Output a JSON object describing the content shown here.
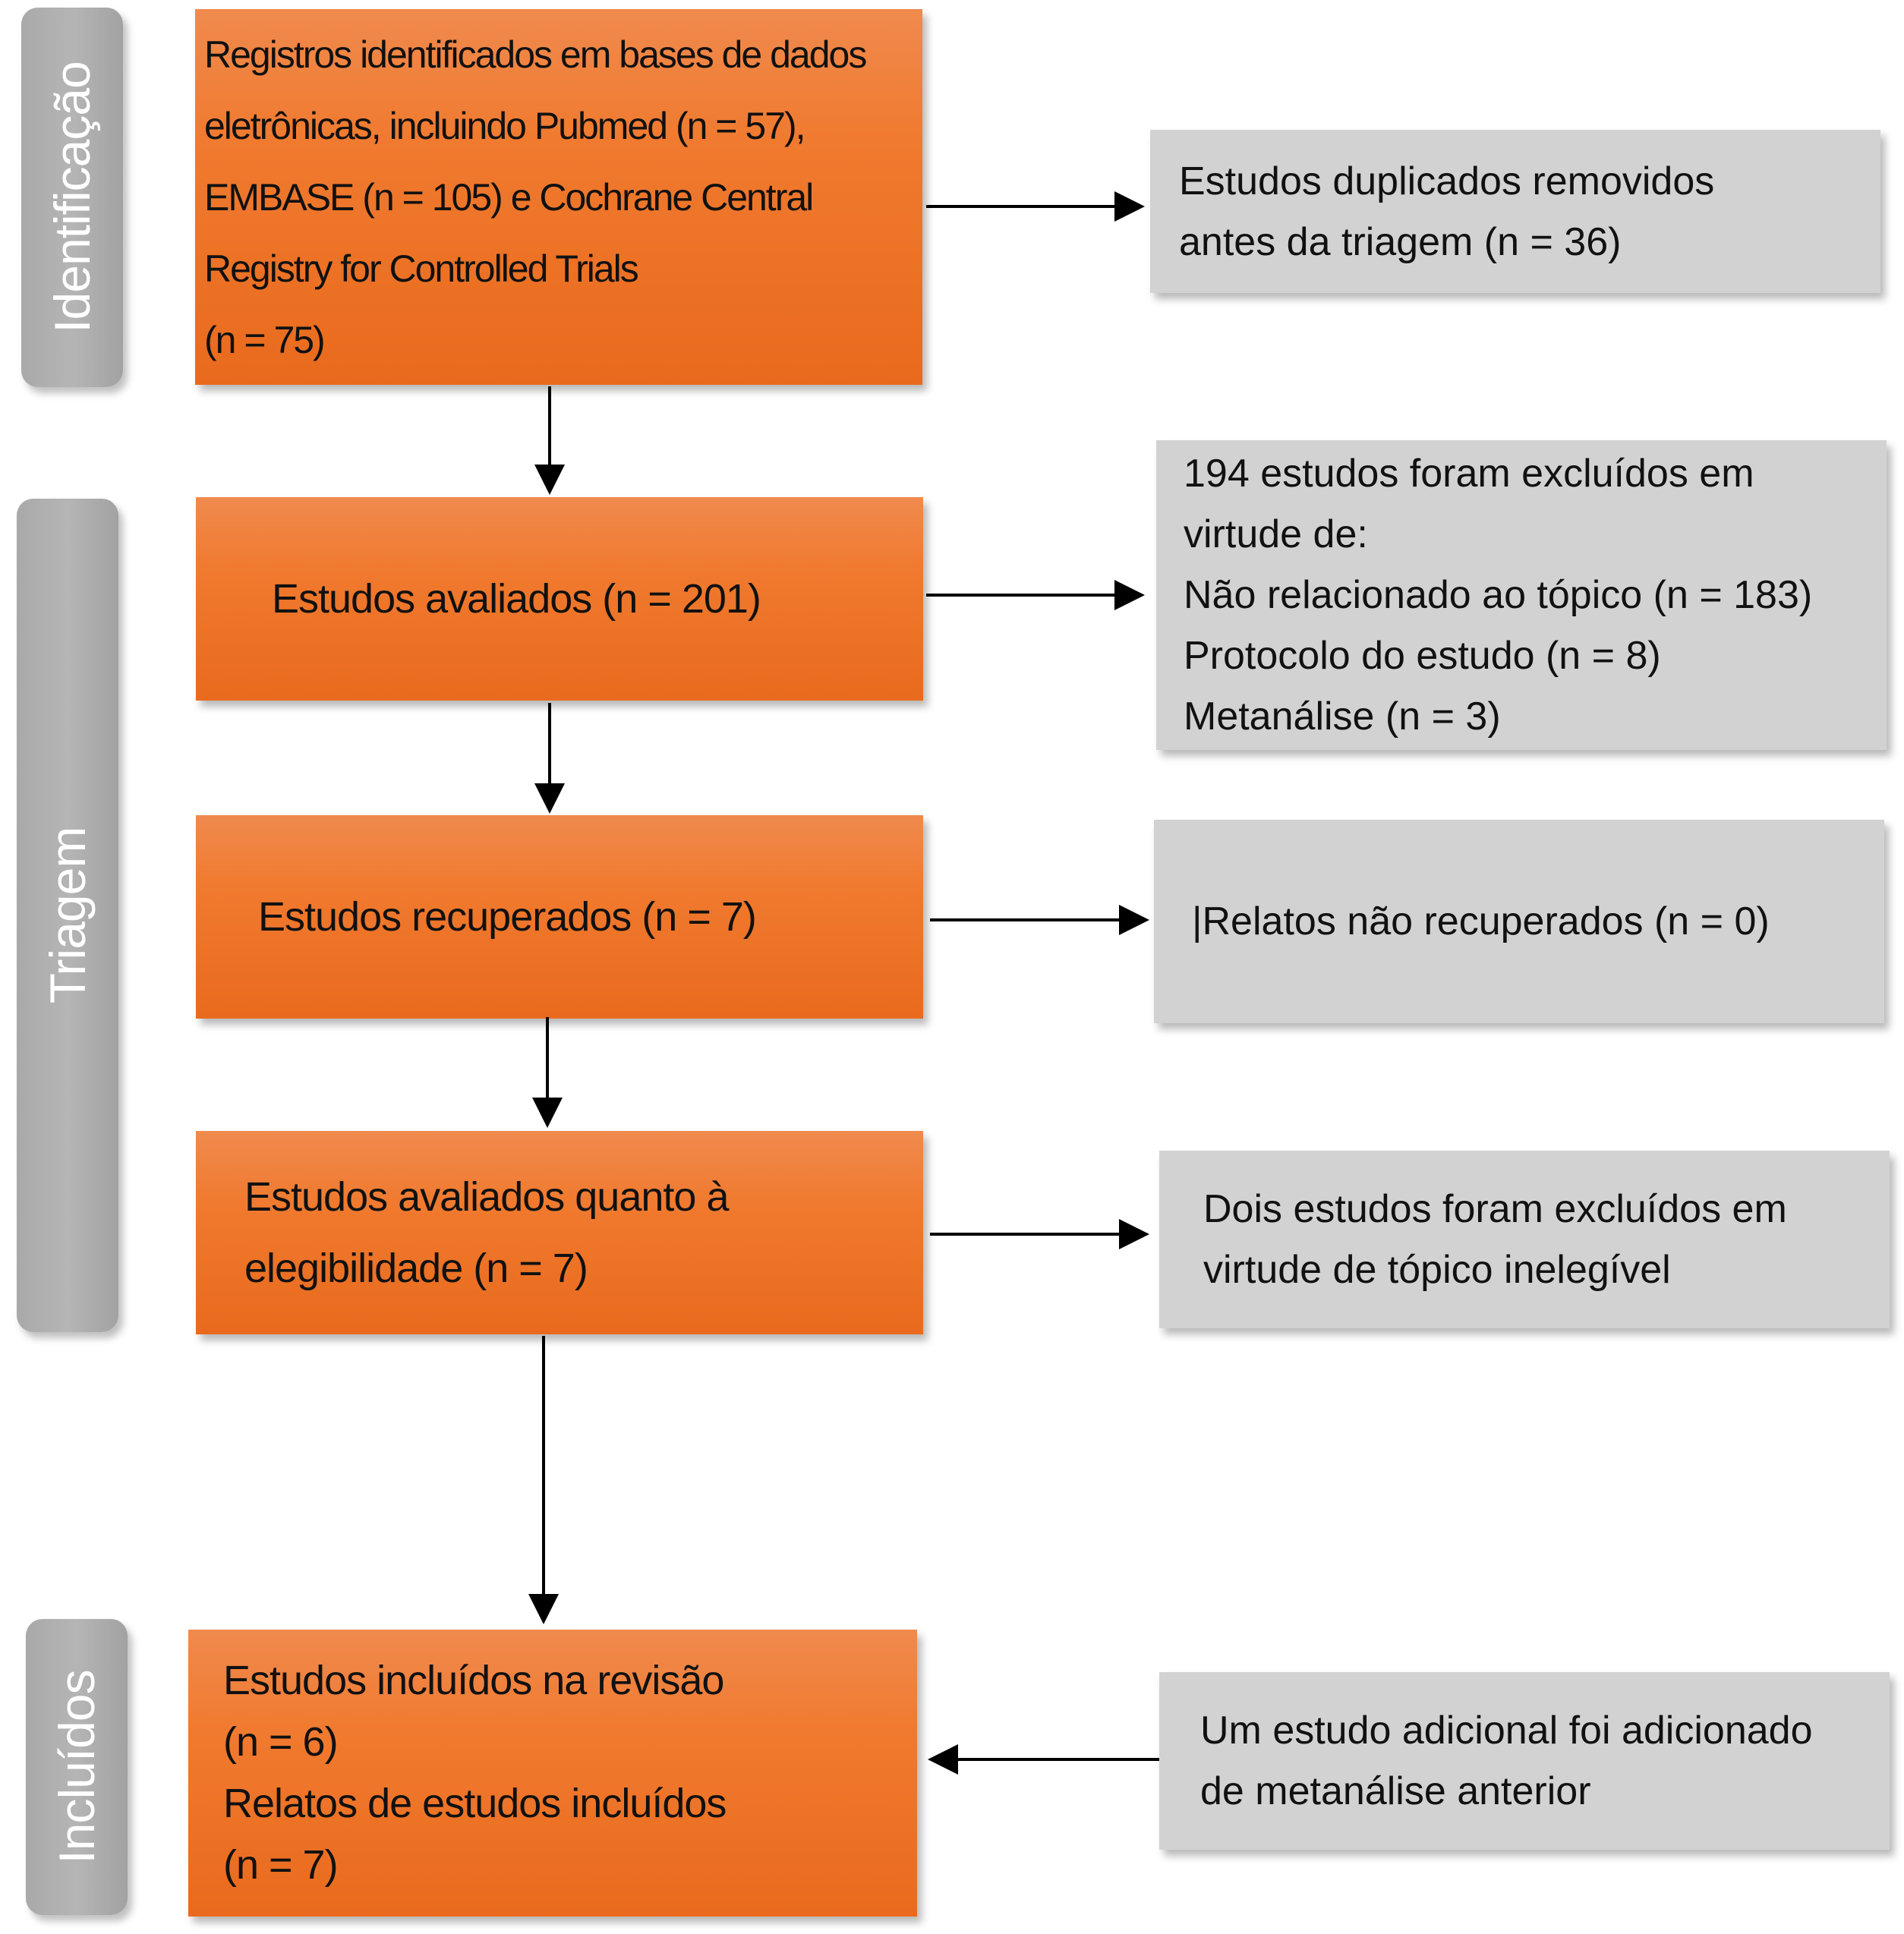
{
  "phases": {
    "identificacao": "Identificação",
    "triagem": "Triagem",
    "incluidos": "Incluídos"
  },
  "main_boxes": {
    "identified": [
      "Registros identificados em bases de dados",
      "eletrônicas, incluindo Pubmed (n = 57),",
      "EMBASE (n = 105) e Cochrane Central",
      "Registry for Controlled Trials",
      "(n = 75)"
    ],
    "screened": [
      "Estudos avaliados (n = 201)"
    ],
    "retrieved": [
      "Estudos recuperados (n = 7)"
    ],
    "eligibility": [
      "Estudos avaliados quanto à",
      "elegibilidade (n = 7)"
    ],
    "included": [
      "Estudos incluídos na revisão",
      "(n = 6)",
      "Relatos de estudos incluídos",
      "(n = 7)"
    ]
  },
  "side_boxes": {
    "duplicates": [
      "Estudos duplicados removidos",
      "antes da triagem (n = 36)"
    ],
    "excluded": [
      "194 estudos foram excluídos em",
      "virtude de:",
      "Não relacionado ao tópico (n = 183)",
      "Protocolo do estudo (n = 8)",
      "Metanálise (n = 3)"
    ],
    "not_retrieved": [
      "|Relatos não recuperados (n = 0)"
    ],
    "ineligible": [
      "Dois estudos foram excluídos em",
      "virtude de tópico inelegível"
    ],
    "additional": [
      "Um estudo adicional foi adicionado",
      "de metanálise anterior"
    ]
  },
  "colors": {
    "orange_top": "#f08a4e",
    "orange_bottom": "#e96a1d",
    "gray_box": "#d3d2d3",
    "phase_gray": "#b0b0b0"
  }
}
